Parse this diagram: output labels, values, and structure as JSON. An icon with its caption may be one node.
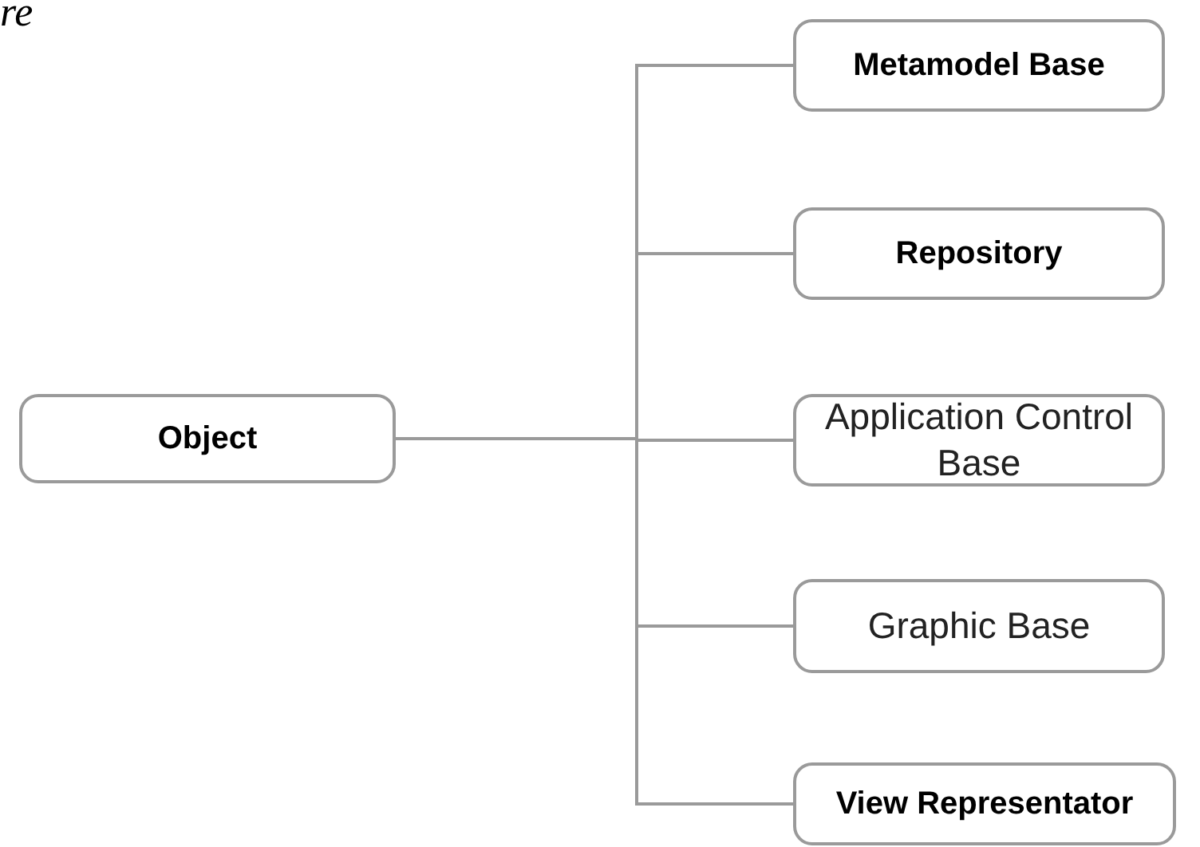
{
  "diagram": {
    "nodes": [
      {
        "text": [
          "Object"
        ]
      },
      {
        "text": [
          "Metamodel Base"
        ]
      },
      {
        "text": [
          "Repository"
        ]
      },
      {
        "text": [
          "Application Control Base"
        ]
      },
      {
        "text": [
          "Graphic Base"
        ]
      },
      {
        "text": [
          "View Representator"
        ]
      }
    ],
    "edges": [
      {
        "from": 0,
        "to": 1,
        "arrow": "none"
      },
      {
        "from": 0,
        "to": 2,
        "arrow": "none"
      },
      {
        "from": 0,
        "to": 3,
        "arrow": "none"
      },
      {
        "from": 0,
        "to": 4,
        "arrow": "none"
      },
      {
        "from": 0,
        "to": 5,
        "arrow": "none"
      }
    ],
    "labels": [
      "re"
    ]
  }
}
